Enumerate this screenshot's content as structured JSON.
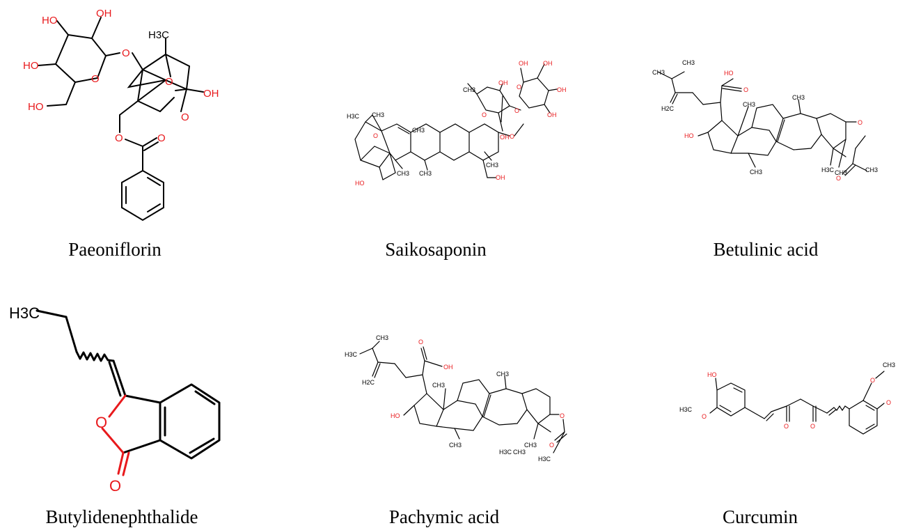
{
  "colors": {
    "bond": "#000000",
    "hetero": "#e8191c",
    "caption": "#000000"
  },
  "compounds": [
    {
      "name": "Paeoniflorin",
      "atoms": {
        "methyl": "H3C",
        "oh1": "HO",
        "oh2": "OH",
        "oh3": "HO",
        "oh4": "HO",
        "oh5": "OH",
        "o1": "O",
        "o2": "O",
        "o3": "O",
        "o4": "O",
        "o5": "O",
        "o6": "O"
      }
    },
    {
      "name": "Saikosaponin",
      "atoms": {
        "ch3a": "CH3",
        "ch3b": "H3C",
        "ch3c": "CH3",
        "ch3d": "CH3",
        "ch3e": "CH3",
        "ch3f": "CH3",
        "ch3g": "CH3",
        "oh1": "OH",
        "oh2": "OH",
        "oh3": "OH",
        "oh4": "OH",
        "oh5": "OH",
        "oh6": "OH",
        "oh7": "HO",
        "oh8": "OH",
        "o1": "O",
        "o2": "O",
        "o3": "O",
        "o4": "O",
        "o5": "O"
      }
    },
    {
      "name": "Betulinic acid",
      "atoms": {
        "cooh": "HO",
        "co": "O",
        "ch2": "H2C",
        "ch3a": "CH3",
        "ch3b": "CH3",
        "ch3c": "CH3",
        "ch3d": "H3C",
        "ch3e": "CH3",
        "ch3f": "CH3",
        "ho": "HO",
        "o1": "O",
        "o2": "O"
      }
    },
    {
      "name": "Butylidenephthalide",
      "atoms": {
        "methyl": "H3C",
        "o1": "O",
        "o2": "O"
      }
    },
    {
      "name": "Pachymic acid",
      "atoms": {
        "ch3a": "H3C",
        "ch3b": "CH3",
        "ch2": "H2C",
        "oh": "OH",
        "co": "O",
        "ch3c": "CH3",
        "ch3d": "CH3",
        "ch3e": "CH3",
        "ch3f": "CH3",
        "ch3g": "H3C",
        "ch3h": "CH3",
        "ho": "HO",
        "o1": "O",
        "o2": "O",
        "ch3i": "H3C"
      }
    },
    {
      "name": "Curcumin",
      "atoms": {
        "ho": "HO",
        "ome1": "H3C",
        "o1": "O",
        "ome2": "CH3",
        "o2": "O",
        "o3": "O",
        "o4": "O",
        "oh": "O"
      }
    }
  ]
}
